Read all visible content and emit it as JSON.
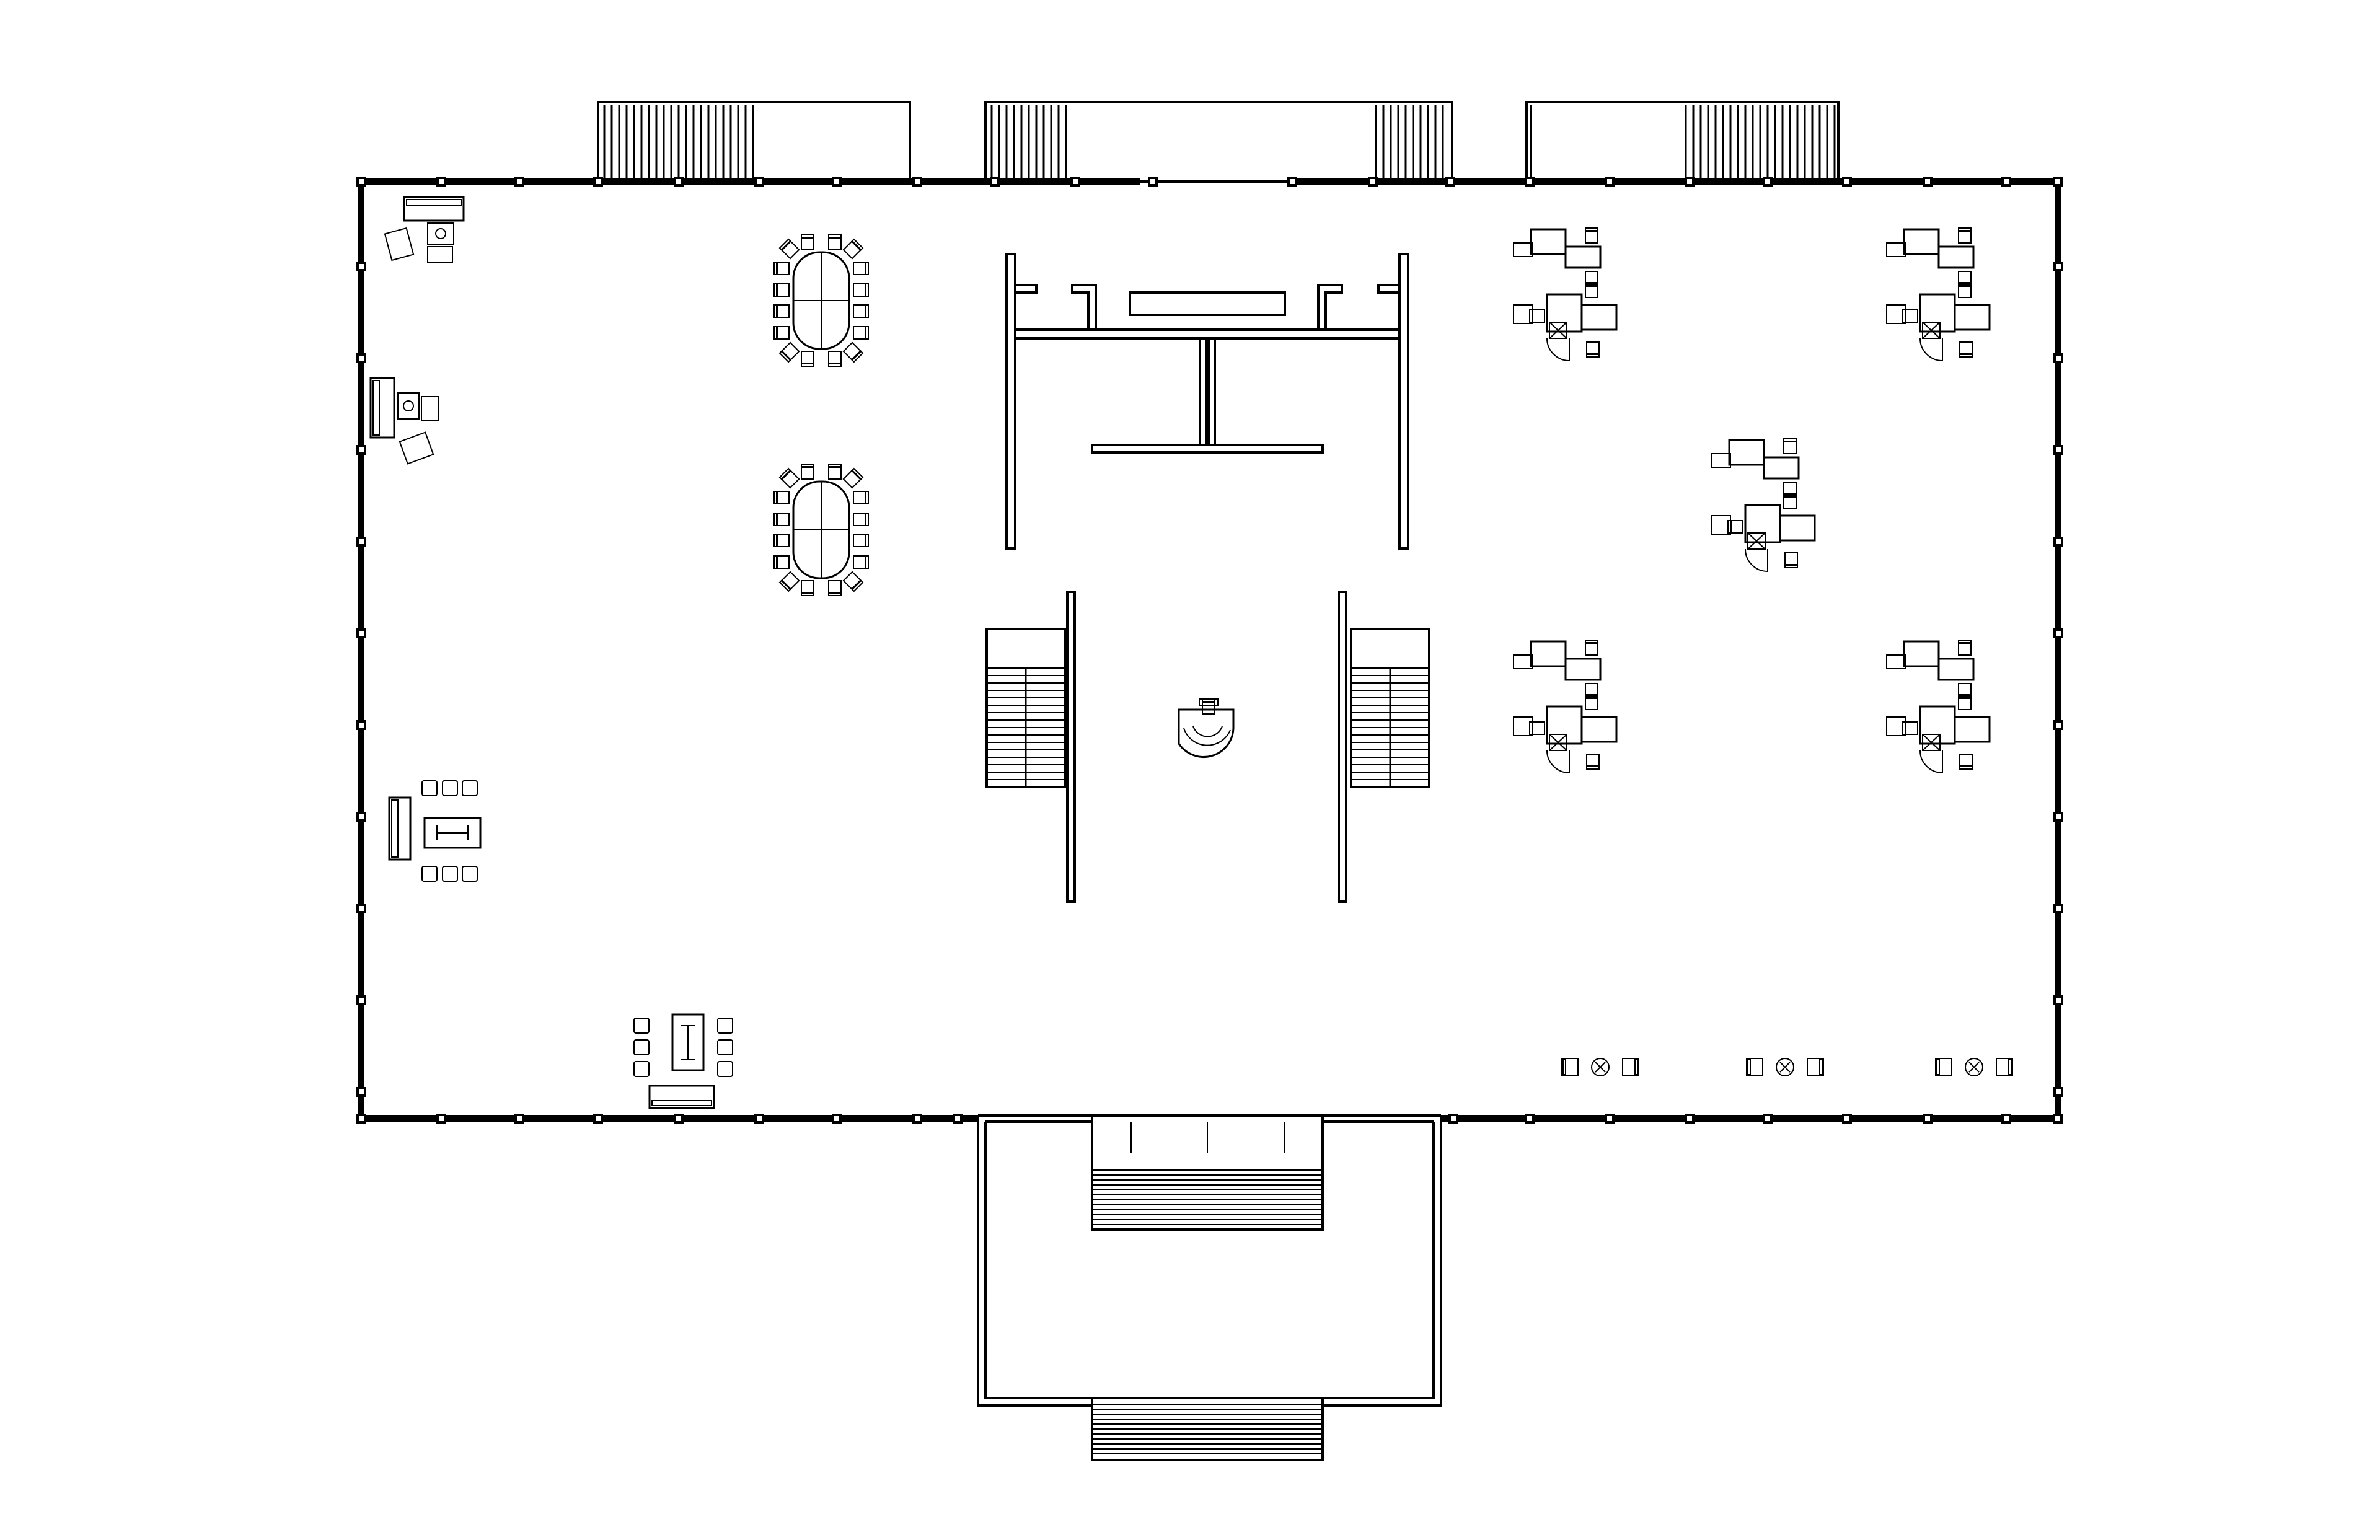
{
  "plan": {
    "colors": {
      "line": "#000000",
      "background": "#ffffff"
    },
    "elements": [
      "exterior-wall",
      "column-markers",
      "balcony-grilles",
      "core-partitions",
      "staircases",
      "reception-desk",
      "conference-tables",
      "workstation-clusters",
      "lounge-seating",
      "side-table-groups",
      "entrance-porch",
      "entrance-steps"
    ]
  }
}
